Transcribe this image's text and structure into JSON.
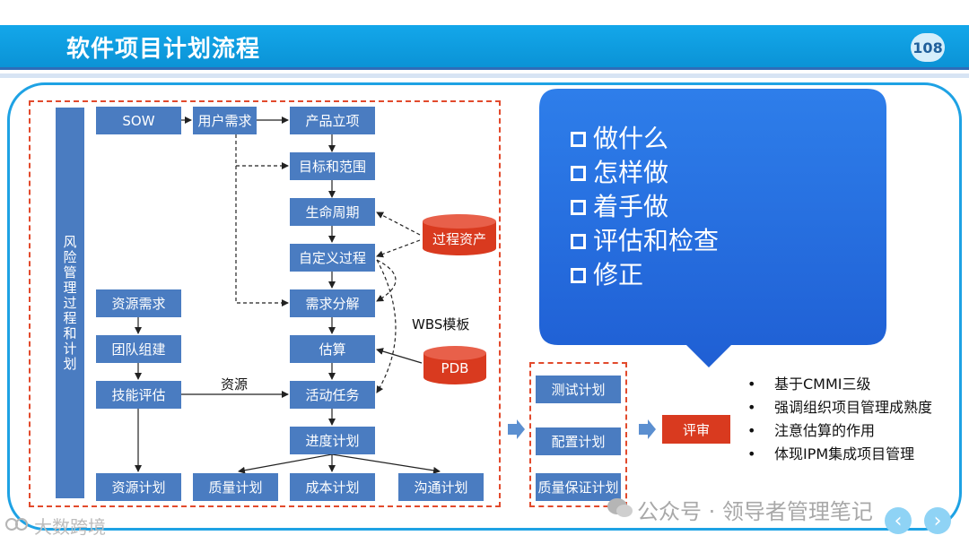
{
  "header": {
    "title": "软件项目计划流程",
    "page_number": "108"
  },
  "diagram": {
    "vertical_label": "风险管理过程和计划",
    "boxes": {
      "sow": "SOW",
      "user_req": "用户需求",
      "product_init": "产品立项",
      "goal_scope": "目标和范围",
      "lifecycle": "生命周期",
      "custom_process": "自定义过程",
      "req_decomp": "需求分解",
      "estimate": "估算",
      "activity_task": "活动任务",
      "schedule_plan": "进度计划",
      "resource_req": "资源需求",
      "team_build": "团队组建",
      "skill_assess": "技能评估",
      "resource_plan": "资源计划",
      "quality_plan": "质量计划",
      "cost_plan": "成本计划",
      "comm_plan": "沟通计划",
      "test_plan": "测试计划",
      "config_plan": "配置计划",
      "qa_plan": "质量保证计划",
      "review": "评审"
    },
    "cylinders": {
      "process_assets": "过程资产",
      "pdb": "PDB"
    },
    "labels": {
      "wbs_template": "WBS模板",
      "resource": "资源"
    }
  },
  "callout": {
    "items": [
      "做什么",
      "怎样做",
      "着手做",
      "评估和检查",
      "修正"
    ]
  },
  "notes": [
    "基于CMMI三级",
    "强调组织项目管理成熟度",
    "注意估算的作用",
    "体现IPM集成项目管理"
  ],
  "watermarks": {
    "bottom_left": "大数跨境",
    "bottom_right": "公众号 · 领导者管理笔记"
  },
  "colors": {
    "header": "#13a7ea",
    "box": "#4a7cc1",
    "accent_red": "#d93a1f",
    "callout": "#2a6fe0"
  }
}
